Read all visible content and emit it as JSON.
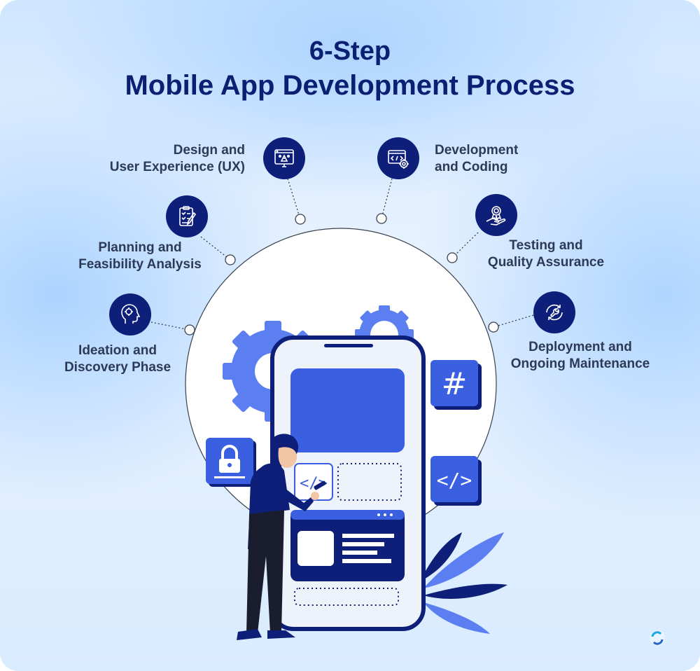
{
  "title": {
    "line1": "6-Step",
    "line2": "Mobile App Development Process"
  },
  "steps": [
    {
      "line1": "Ideation and",
      "line2": "Discovery Phase",
      "icon": "head-idea-icon"
    },
    {
      "line1": "Planning and",
      "line2": "Feasibility Analysis",
      "icon": "clipboard-checklist-icon"
    },
    {
      "line1": "Design and",
      "line2": "User Experience (UX)",
      "icon": "design-monitor-icon"
    },
    {
      "line1": "Development",
      "line2": "and Coding",
      "icon": "code-window-gear-icon"
    },
    {
      "line1": "Testing and",
      "line2": "Quality Assurance",
      "icon": "award-hand-icon"
    },
    {
      "line1": "Deployment and",
      "line2": "Ongoing Maintenance",
      "icon": "cycle-wrench-icon"
    }
  ],
  "side_tiles": {
    "hash": "#",
    "code": "</>"
  },
  "colors": {
    "navy": "#0d1f78",
    "blue": "#3a5fe0",
    "gear": "#5b7ff0",
    "text": "#2c3a55"
  }
}
